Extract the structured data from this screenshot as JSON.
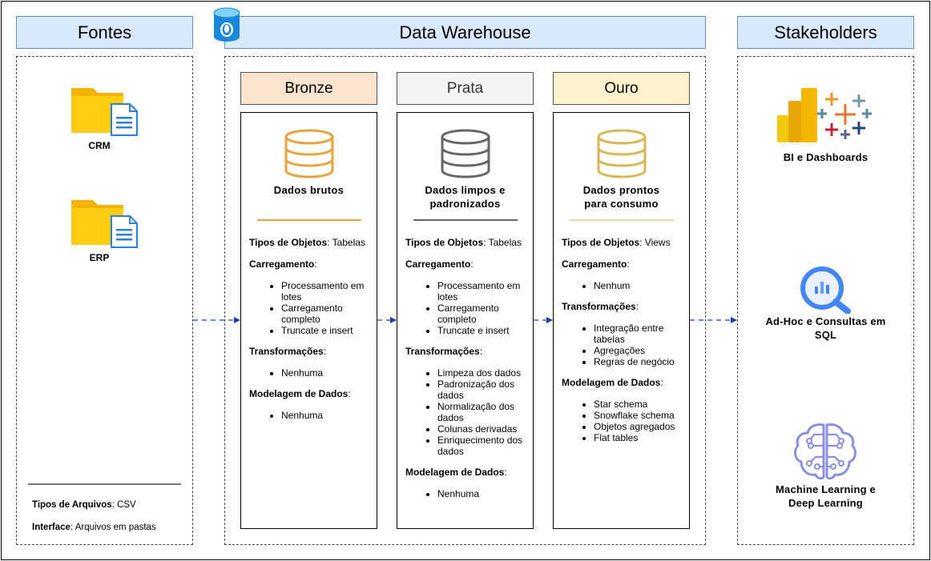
{
  "headers": {
    "fontes": "Fontes",
    "warehouse": "Data Warehouse",
    "stakeholders": "Stakeholders"
  },
  "sources": [
    {
      "label": "CRM",
      "icon": "folder-document-icon"
    },
    {
      "label": "ERP",
      "icon": "folder-document-icon"
    }
  ],
  "source_meta": {
    "file_types_label": "Tipos de Arquivos",
    "file_types_value": ": CSV",
    "interface_label": "Interface",
    "interface_value": ": Arquivos em pastas"
  },
  "colors": {
    "bronze": "#fae3cf",
    "bronze_stroke": "#e8a33c",
    "prata": "#f5f5f5",
    "prata_stroke": "#666666",
    "ouro": "#fff2cc",
    "ouro_stroke": "#d6b656",
    "header": "#dae8fc",
    "arrow": "#1a3fb5"
  },
  "layers": {
    "bronze": {
      "title": "Bronze",
      "db_label_1": "Dados brutos",
      "db_label_2": "",
      "obj_label": "Tipos de Objetos",
      "obj_value": ": Tabelas",
      "load_label": "Carregamento",
      "colon": ":",
      "load_items": [
        "Processamento em lotes",
        "Carregamento completo",
        "Truncate e insert"
      ],
      "trans_label": "Transformações",
      "trans_items": [
        "Nenhuma"
      ],
      "model_label": "Modelagem de Dados",
      "model_items": [
        "Nenhuma"
      ]
    },
    "prata": {
      "title": "Prata",
      "db_label_1": "Dados limpos e",
      "db_label_2": "padronizados",
      "obj_label": "Tipos de Objetos",
      "obj_value": ": Tabelas",
      "load_label": "Carregamento",
      "colon": ":",
      "load_items": [
        "Processamento em lotes",
        "Carregamento completo",
        "Truncate e insert"
      ],
      "trans_label": "Transformações",
      "trans_items": [
        "Limpeza dos dados",
        "Padronização dos dados",
        "Normalização dos dados",
        "Colunas derivadas",
        "Enriquecimento dos dados"
      ],
      "model_label": "Modelagem de Dados",
      "model_items": [
        "Nenhuma"
      ]
    },
    "ouro": {
      "title": "Ouro",
      "db_label_1": "Dados prontos",
      "db_label_2": "para consumo",
      "obj_label": "Tipos de Objetos",
      "obj_value": ": Views",
      "load_label": "Carregamento",
      "colon": ":",
      "load_items": [
        "Nenhum"
      ],
      "trans_label": "Transformações",
      "trans_items": [
        "Integração entre tabelas",
        "Agregações",
        "Regras de negócio"
      ],
      "model_label": "Modelagem de Dados",
      "model_items": [
        "Star schema",
        "Snowflake schema",
        "Objetos agregados",
        "Flat tables"
      ]
    }
  },
  "stakeholders": [
    {
      "label_1": "BI e Dashboards",
      "label_2": "",
      "icon": "bi-dashboard-icon"
    },
    {
      "label_1": "Ad-Hoc e Consultas em",
      "label_2": "SQL",
      "icon": "sql-query-icon"
    },
    {
      "label_1": "Machine Learning e",
      "label_2": "Deep Learning",
      "icon": "machine-learning-icon"
    }
  ]
}
